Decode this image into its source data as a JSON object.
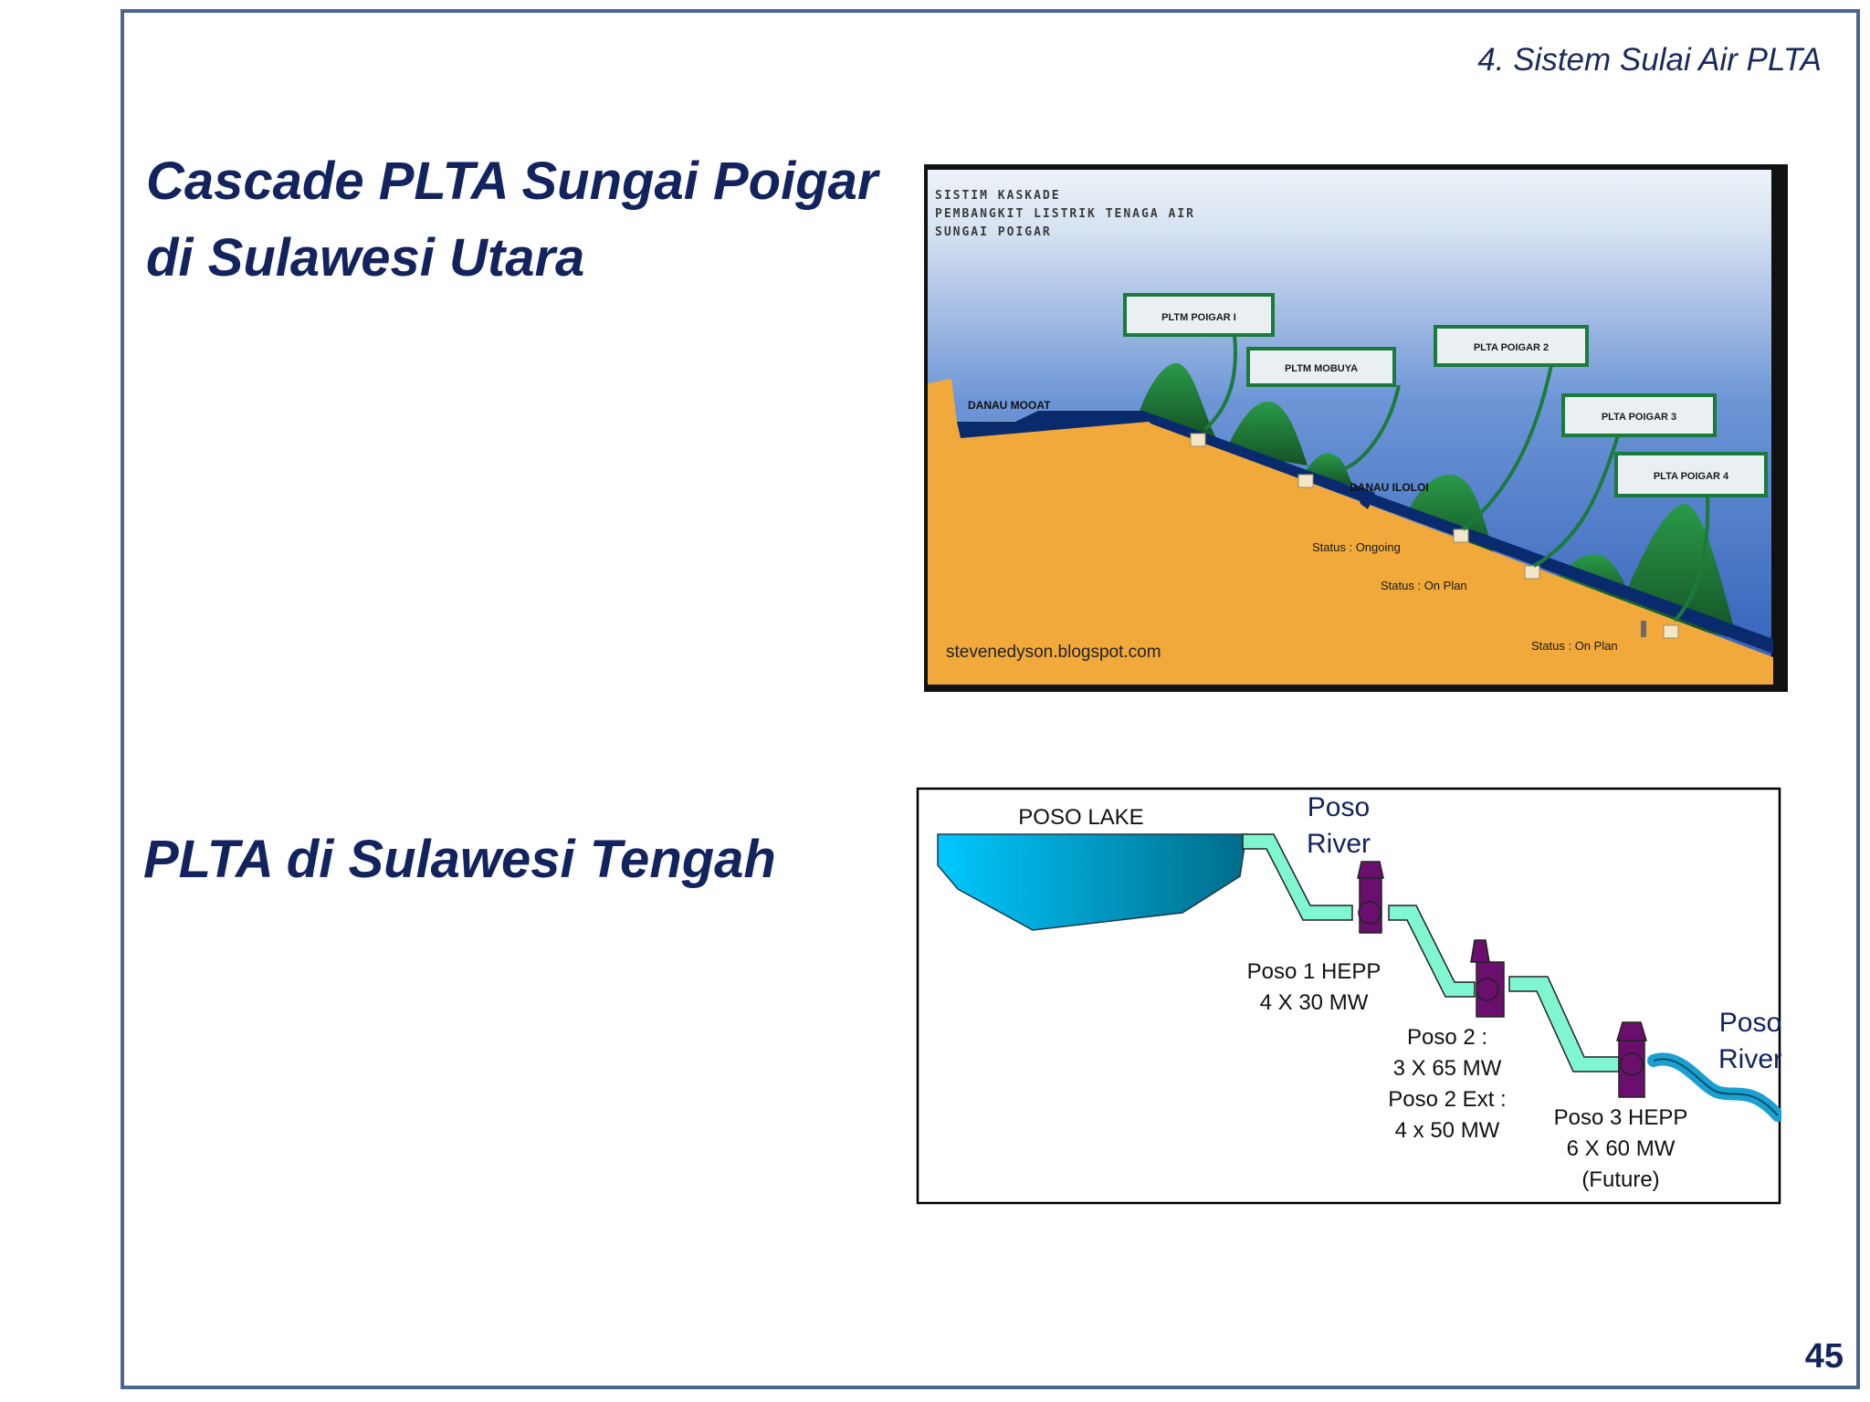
{
  "slide": {
    "section_title": "4. Sistem Sulai Air PLTA",
    "heading_1_line_1": "Cascade PLTA Sungai Poigar",
    "heading_1_line_2": "di Sulawesi Utara",
    "heading_2": "PLTA di Sulawesi Tengah",
    "page_number": "45"
  },
  "poigar_image": {
    "title_line_1": "SISTIM KASKADE",
    "title_line_2": "PEMBANGKIT LISTRIK TENAGA AIR",
    "title_line_3": "SUNGAI POIGAR",
    "labels": {
      "pltm_poigar_1": "PLTM POIGAR I",
      "pltm_mobuya": "PLTM MOBUYA",
      "plta_poigar_2": "PLTA POIGAR 2",
      "plta_poigar_3": "PLTA POIGAR 3",
      "plta_poigar_4": "PLTA POIGAR 4",
      "danau_moat": "DANAU MOOAT",
      "danau_iloloi": "DANAU ILOLOI",
      "status_ongoing": "Status : Ongoing",
      "status_on_plan_1": "Status : On Plan",
      "status_on_plan_2": "Status : On Plan"
    },
    "watermark": "stevenedyson.blogspot.com",
    "colors": {
      "sky": "#2f5fb8",
      "land": "#f0a93a",
      "hill": "#1e6b33",
      "water": "#0a2a6e",
      "label_border": "#1c7a3c"
    }
  },
  "poso_diagram": {
    "lake_label": "POSO LAKE",
    "river_label_1_line_1": "Poso",
    "river_label_1_line_2": "River",
    "river_label_2_line_1": "Poso",
    "river_label_2_line_2": "River",
    "plant_1_line_1": "Poso 1 HEPP",
    "plant_1_line_2": "4 X 30 MW",
    "plant_2_line_1": "Poso 2 :",
    "plant_2_line_2": "3 X 65 MW",
    "plant_2_line_3": "Poso 2 Ext :",
    "plant_2_line_4": "4 x 50 MW",
    "plant_3_line_1": "Poso 3 HEPP",
    "plant_3_line_2": "6 X 60 MW",
    "plant_3_line_3": "(Future)",
    "colors": {
      "pipe": "#7ff5d2",
      "turbine": "#6a0f6e",
      "lake_light": "#00c8ff",
      "lake_dark": "#006c8a",
      "river": "#1aa0d0"
    }
  }
}
